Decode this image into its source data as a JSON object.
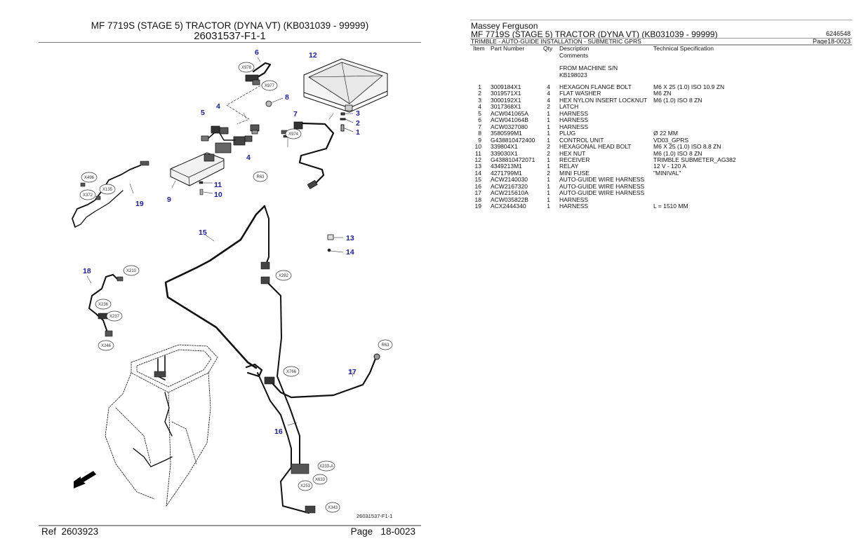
{
  "left_page": {
    "title": "MF 7719S (STAGE 5) TRACTOR (DYNA VT) (KB031039 - 99999)",
    "figure_id": "26031537-F1-1",
    "ref_label": "Ref",
    "ref_value": "2603923",
    "page_label": "Page",
    "page_value": "18-0023",
    "diagram": {
      "figure_caption": "26031537-F1-1",
      "callouts": [
        "1",
        "2",
        "3",
        "4",
        "4",
        "5",
        "6",
        "7",
        "8",
        "9",
        "10",
        "11",
        "12",
        "13",
        "14",
        "15",
        "16",
        "17",
        "18",
        "19"
      ],
      "connectors": [
        "X978",
        "X977",
        "X974",
        "R63",
        "X496",
        "X372",
        "X135",
        "X210",
        "X236",
        "X237",
        "X246",
        "X282",
        "X766",
        "R63",
        "X233-A",
        "X633",
        "X253",
        "X343"
      ],
      "orientation_arrow": "arrow-down-left"
    }
  },
  "right_page": {
    "brand": "Massey Ferguson",
    "model": "MF 7719S (STAGE 5) TRACTOR (DYNA VT) (KB031039 - 99999)",
    "doc_number": "6246548",
    "section": "TRIMBLE - AUTO-GUIDE INSTALLATION - SUBMETRIC GPRS",
    "page": "Page18-0023",
    "columns": {
      "item": "Item",
      "part_number": "Part Number",
      "qty": "Qty",
      "description": "Description",
      "comments": "Comments",
      "spec": "Technical Specification"
    },
    "comment_lines": [
      "FROM MACHINE S/N",
      "KB198023"
    ],
    "rows": [
      {
        "item": "1",
        "part": "3009184X1",
        "qty": "4",
        "desc": "HEXAGON FLANGE BOLT",
        "spec": "M6 X 25 (1.0) ISO 10.9 ZN"
      },
      {
        "item": "2",
        "part": "3019571X1",
        "qty": "4",
        "desc": "FLAT WASHER",
        "spec": "M6 ZN"
      },
      {
        "item": "3",
        "part": "3000192X1",
        "qty": "4",
        "desc": "HEX NYLON INSERT LOCKNUT",
        "spec": "M6 (1.0) ISO 8 ZN"
      },
      {
        "item": "4",
        "part": "3017368X1",
        "qty": "2",
        "desc": "LATCH",
        "spec": ""
      },
      {
        "item": "5",
        "part": "ACW041065A",
        "qty": "1",
        "desc": "HARNESS",
        "spec": ""
      },
      {
        "item": "6",
        "part": "ACW041064B",
        "qty": "1",
        "desc": "HARNESS",
        "spec": ""
      },
      {
        "item": "7",
        "part": "ACW0327080",
        "qty": "1",
        "desc": "HARNESS",
        "spec": ""
      },
      {
        "item": "8",
        "part": "3580599M1",
        "qty": "1",
        "desc": "PLUG",
        "spec": "Ø 22 MM"
      },
      {
        "item": "9",
        "part": "G438810472400",
        "qty": "1",
        "desc": "CONTROL UNIT",
        "spec": "VD03_GPRS"
      },
      {
        "item": "10",
        "part": "339804X1",
        "qty": "2",
        "desc": "HEXAGONAL HEAD BOLT",
        "spec": "M6 X 25 (1.0) ISO 8.8 ZN"
      },
      {
        "item": "11",
        "part": "339030X1",
        "qty": "2",
        "desc": "HEX NUT",
        "spec": "M6 (1.0) ISO 8 ZN"
      },
      {
        "item": "12",
        "part": "G438810472071",
        "qty": "1",
        "desc": "RECEIVER",
        "spec": "TRIMBLE SUBMETER_AG382"
      },
      {
        "item": "13",
        "part": "4349213M1",
        "qty": "1",
        "desc": "RELAY",
        "spec": "12 V - 120 A"
      },
      {
        "item": "14",
        "part": "4271799M1",
        "qty": "2",
        "desc": "MINI FUSE",
        "spec": "\"MINIVAL\""
      },
      {
        "item": "15",
        "part": "ACW2140030",
        "qty": "1",
        "desc": "AUTO-GUIDE WIRE HARNESS",
        "spec": ""
      },
      {
        "item": "16",
        "part": "ACW2167320",
        "qty": "1",
        "desc": "AUTO-GUIDE WIRE HARNESS",
        "spec": ""
      },
      {
        "item": "17",
        "part": "ACW215610A",
        "qty": "1",
        "desc": "AUTO-GUIDE WIRE HARNESS",
        "spec": ""
      },
      {
        "item": "18",
        "part": "ACW035822B",
        "qty": "1",
        "desc": "HARNESS",
        "spec": ""
      },
      {
        "item": "19",
        "part": "ACX2444340",
        "qty": "1",
        "desc": "HARNESS",
        "spec": "L = 1510 MM"
      }
    ]
  }
}
